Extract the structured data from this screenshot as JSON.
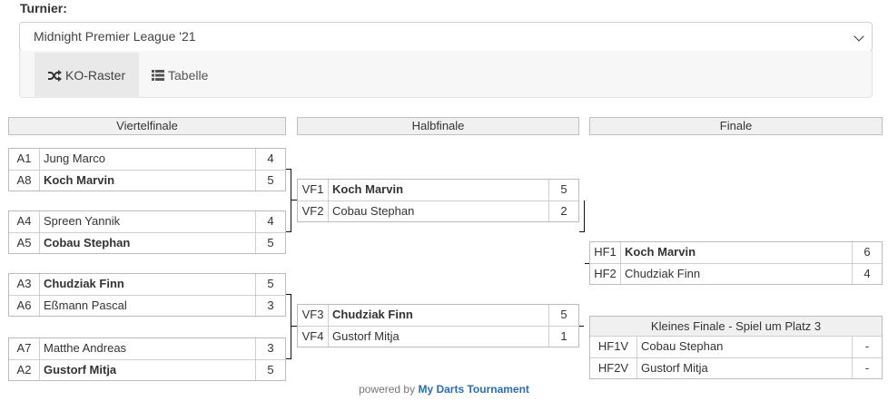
{
  "tournament_label": "Turnier:",
  "tournament_select": "Midnight Premier League '21",
  "tabs": [
    {
      "label": "KO-Raster",
      "icon": "shuffle-icon",
      "active": true
    },
    {
      "label": "Tabelle",
      "icon": "list-icon",
      "active": false
    }
  ],
  "rounds": [
    "Viertelfinale",
    "Halbfinale",
    "Finale"
  ],
  "quarterfinals": [
    {
      "p1": {
        "seed": "A1",
        "name": "Jung Marco",
        "score": "4"
      },
      "p2": {
        "seed": "A8",
        "name": "Koch Marvin",
        "score": "5"
      }
    },
    {
      "p1": {
        "seed": "A4",
        "name": "Spreen Yannik",
        "score": "4"
      },
      "p2": {
        "seed": "A5",
        "name": "Cobau Stephan",
        "score": "5"
      }
    },
    {
      "p1": {
        "seed": "A3",
        "name": "Chudziak Finn",
        "score": "5"
      },
      "p2": {
        "seed": "A6",
        "name": "Eßmann Pascal",
        "score": "3"
      }
    },
    {
      "p1": {
        "seed": "A7",
        "name": "Matthe Andreas",
        "score": "3"
      },
      "p2": {
        "seed": "A2",
        "name": "Gustorf Mitja",
        "score": "5"
      }
    }
  ],
  "semifinals": [
    {
      "p1": {
        "seed": "VF1",
        "name": "Koch Marvin",
        "score": "5"
      },
      "p2": {
        "seed": "VF2",
        "name": "Cobau Stephan",
        "score": "2"
      }
    },
    {
      "p1": {
        "seed": "VF3",
        "name": "Chudziak Finn",
        "score": "5"
      },
      "p2": {
        "seed": "VF4",
        "name": "Gustorf Mitja",
        "score": "1"
      }
    }
  ],
  "final": {
    "p1": {
      "seed": "HF1",
      "name": "Koch Marvin",
      "score": "6"
    },
    "p2": {
      "seed": "HF2",
      "name": "Chudziak Finn",
      "score": "4"
    }
  },
  "small_final": {
    "title": "Kleines Finale - Spiel um Platz 3",
    "p1": {
      "seed": "HF1V",
      "name": "Cobau Stephan",
      "score": "-"
    },
    "p2": {
      "seed": "HF2V",
      "name": "Gustorf Mitja",
      "score": "-"
    }
  },
  "footer": {
    "prefix": "powered by",
    "link": "My Darts Tournament"
  }
}
